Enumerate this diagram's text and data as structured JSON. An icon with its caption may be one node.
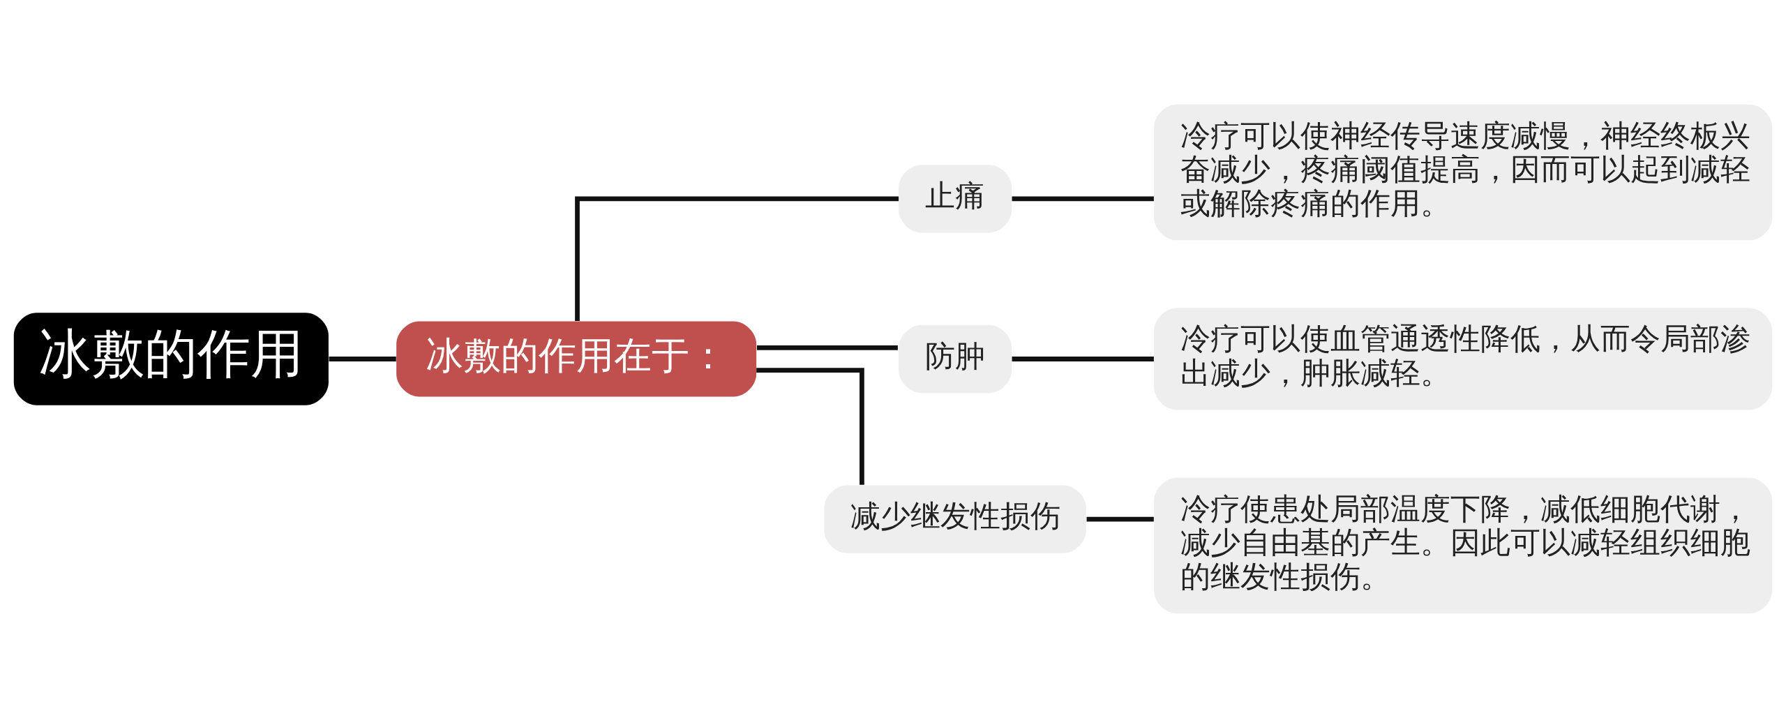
{
  "diagram": {
    "nodes": [
      {
        "text": [
          "冰敷的作用"
        ]
      },
      {
        "text": [
          "冰敷的作用在于："
        ]
      },
      {
        "text": [
          "止痛"
        ]
      },
      {
        "text": [
          "冷疗可以使神经传导速度减慢，神经终板兴奋减少，疼痛阈值提高，因而可以起到减轻或解除疼痛的作用。"
        ]
      },
      {
        "text": [
          "防肿"
        ]
      },
      {
        "text": [
          "冷疗可以使血管通透性降低，从而令局部渗出减少，肿胀减轻。"
        ]
      },
      {
        "text": [
          "减少继发性损伤"
        ]
      },
      {
        "text": [
          "冷疗使患处局部温度下降，减低细胞代谢，减少自由基的产生。因此可以减轻组织细胞的继发性损伤。"
        ]
      }
    ],
    "edges": [
      {
        "from": 0,
        "to": 1,
        "arrow": "none"
      },
      {
        "from": 1,
        "to": 2,
        "arrow": "none"
      },
      {
        "from": 2,
        "to": 3,
        "arrow": "none"
      },
      {
        "from": 1,
        "to": 4,
        "arrow": "none"
      },
      {
        "from": 4,
        "to": 5,
        "arrow": "none"
      },
      {
        "from": 1,
        "to": 6,
        "arrow": "none"
      },
      {
        "from": 6,
        "to": 7,
        "arrow": "none"
      }
    ]
  }
}
